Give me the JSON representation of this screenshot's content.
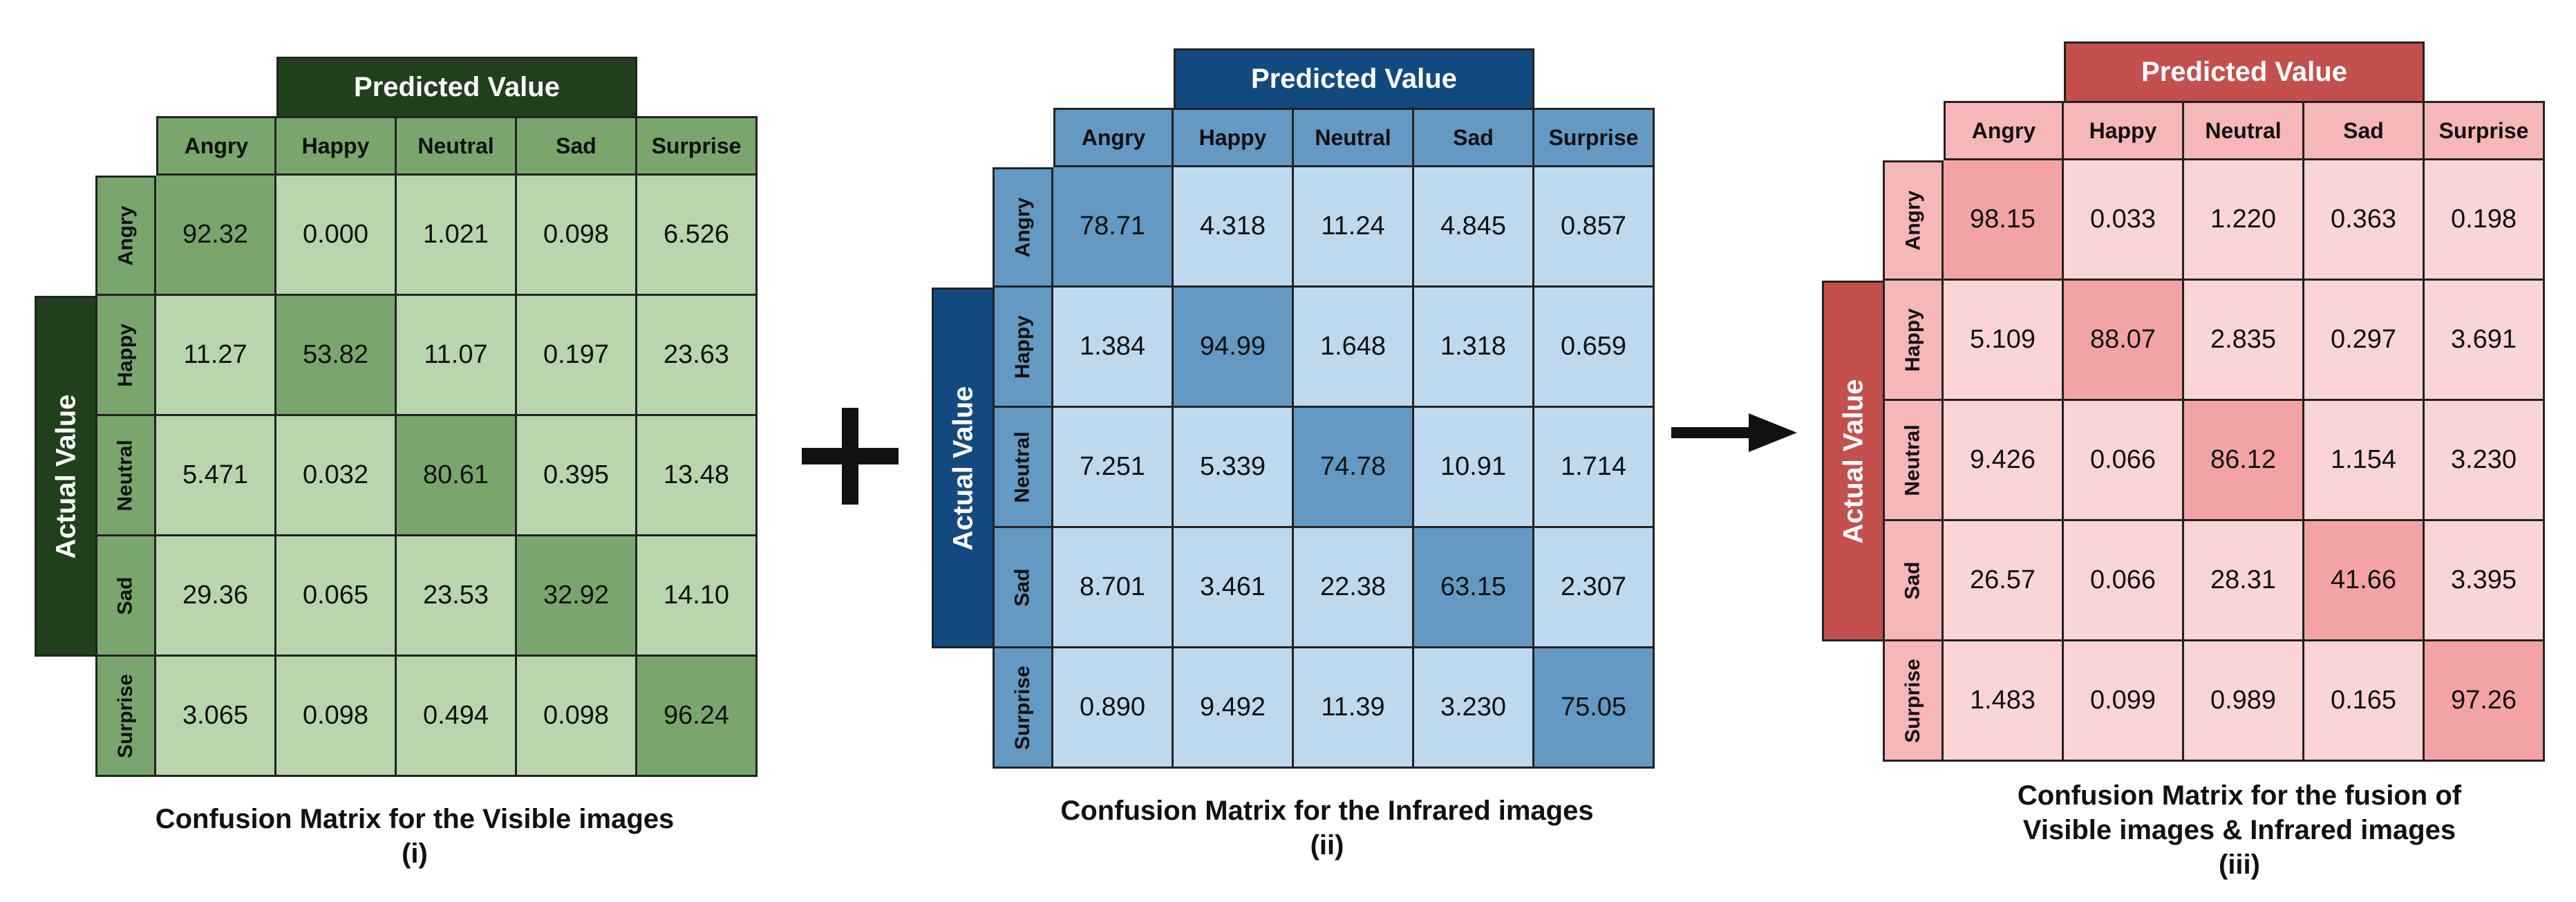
{
  "operators": {
    "plus": "+",
    "arrow": "→"
  },
  "matrices": [
    {
      "id": "visible",
      "predicted_label": "Predicted Value",
      "actual_label": "Actual Value",
      "columns": [
        "Angry",
        "Happy",
        "Neutral",
        "Sad",
        "Surprise"
      ],
      "rows": [
        "Angry",
        "Happy",
        "Neutral",
        "Sad",
        "Surprise"
      ],
      "values": [
        [
          "92.32",
          "0.000",
          "1.021",
          "0.098",
          "6.526"
        ],
        [
          "11.27",
          "53.82",
          "11.07",
          "0.197",
          "23.63"
        ],
        [
          "5.471",
          "0.032",
          "80.61",
          "0.395",
          "13.48"
        ],
        [
          "29.36",
          "0.065",
          "23.53",
          "32.92",
          "14.10"
        ],
        [
          "3.065",
          "0.098",
          "0.494",
          "0.098",
          "96.24"
        ]
      ],
      "caption_lines": [
        "Confusion Matrix for the Visible images",
        "(i)"
      ],
      "colors": {
        "banner": "#213f1c",
        "header": "#79a66d",
        "cell": "#b9d5ad",
        "diagonal": "#79a66d"
      }
    },
    {
      "id": "infrared",
      "predicted_label": "Predicted Value",
      "actual_label": "Actual Value",
      "columns": [
        "Angry",
        "Happy",
        "Neutral",
        "Sad",
        "Surprise"
      ],
      "rows": [
        "Angry",
        "Happy",
        "Neutral",
        "Sad",
        "Surprise"
      ],
      "values": [
        [
          "78.71",
          "4.318",
          "11.24",
          "4.845",
          "0.857"
        ],
        [
          "1.384",
          "94.99",
          "1.648",
          "1.318",
          "0.659"
        ],
        [
          "7.251",
          "5.339",
          "74.78",
          "10.91",
          "1.714"
        ],
        [
          "8.701",
          "3.461",
          "22.38",
          "63.15",
          "2.307"
        ],
        [
          "0.890",
          "9.492",
          "11.39",
          "3.230",
          "75.05"
        ]
      ],
      "caption_lines": [
        "Confusion Matrix for the Infrared images",
        "(ii)"
      ],
      "colors": {
        "banner": "#124a80",
        "header": "#6399c3",
        "cell": "#bed9ee",
        "diagonal": "#6399c3"
      }
    },
    {
      "id": "fusion",
      "predicted_label": "Predicted Value",
      "actual_label": "Actual Value",
      "columns": [
        "Angry",
        "Happy",
        "Neutral",
        "Sad",
        "Surprise"
      ],
      "rows": [
        "Angry",
        "Happy",
        "Neutral",
        "Sad",
        "Surprise"
      ],
      "values": [
        [
          "98.15",
          "0.033",
          "1.220",
          "0.363",
          "0.198"
        ],
        [
          "5.109",
          "88.07",
          "2.835",
          "0.297",
          "3.691"
        ],
        [
          "9.426",
          "0.066",
          "86.12",
          "1.154",
          "3.230"
        ],
        [
          "26.57",
          "0.066",
          "28.31",
          "41.66",
          "3.395"
        ],
        [
          "1.483",
          "0.099",
          "0.989",
          "0.165",
          "97.26"
        ]
      ],
      "caption_lines": [
        "Confusion Matrix for the fusion of",
        "Visible images & Infrared images",
        "(iii)"
      ],
      "colors": {
        "banner": "#c4504e",
        "header": "#f5b7b8",
        "cell": "#f9d5d5",
        "diagonal": "#f3a3a5"
      }
    }
  ]
}
